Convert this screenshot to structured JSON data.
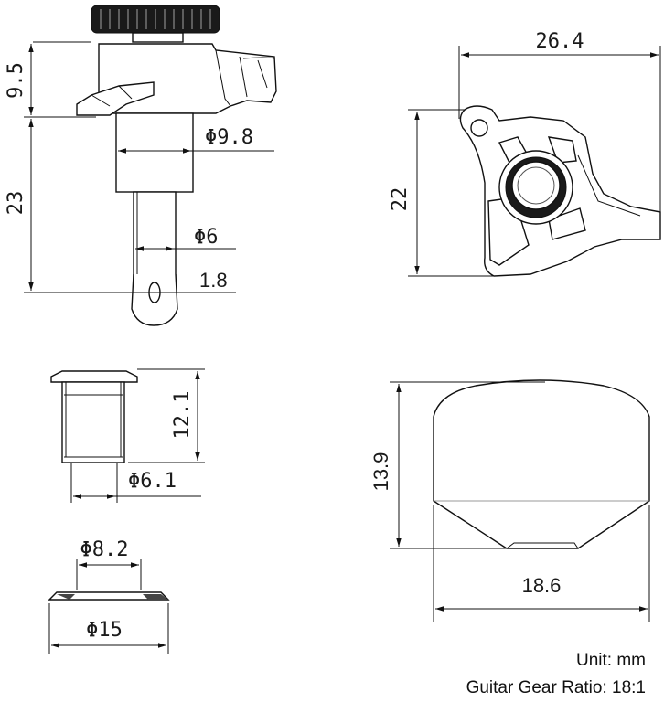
{
  "dimensions": {
    "post_upper_height": "9.5",
    "post_lower_height": "23",
    "shaft_diameter": "Φ9.8",
    "pin_diameter": "Φ6",
    "hole_diameter": "1.8",
    "housing_width": "26.4",
    "housing_height": "22",
    "bushing_height": "12.1",
    "bushing_diameter": "Φ6.1",
    "washer_inner_diameter": "Φ8.2",
    "washer_outer_diameter": "Φ15",
    "knob_height": "13.9",
    "knob_width": "18.6"
  },
  "notes": {
    "unit": "Unit: mm",
    "gear_ratio": "Guitar Gear Ratio: 18:1"
  }
}
